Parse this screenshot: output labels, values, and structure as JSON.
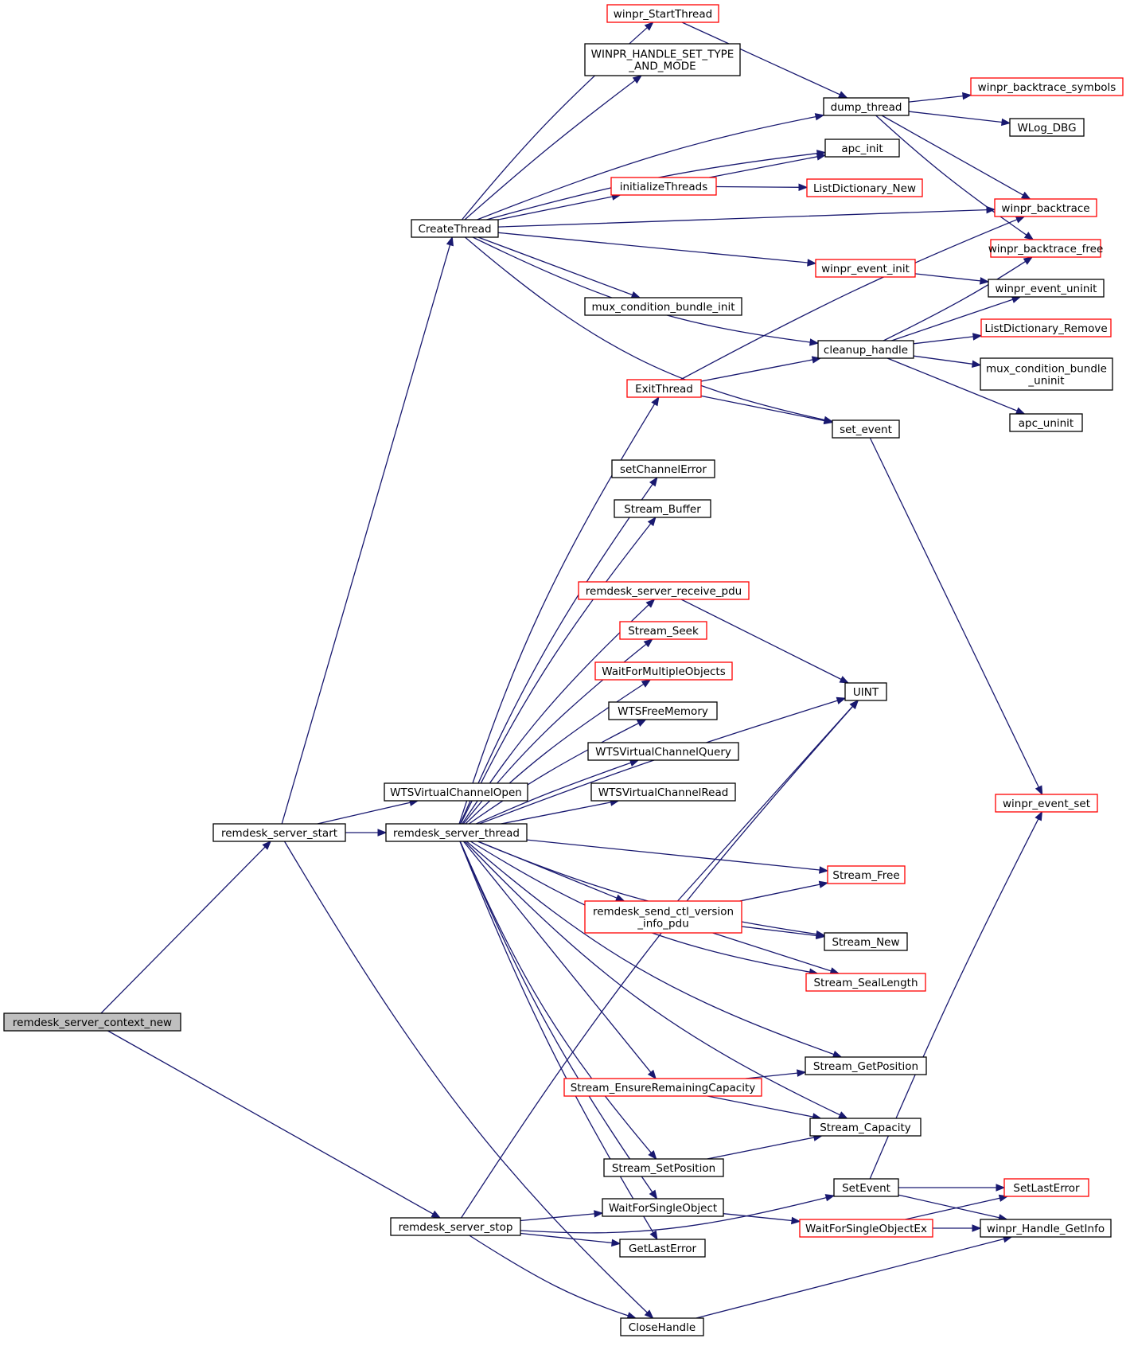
{
  "colors": {
    "edge": "#191970",
    "normal_border": "#000000",
    "linked_border": "#ff0000",
    "root_fill": "#bfbfbf",
    "node_fill": "#ffffff"
  },
  "nodes": [
    {
      "id": "ctx",
      "lines": [
        "remdesk_server_context_new"
      ],
      "style": "root"
    },
    {
      "id": "start",
      "lines": [
        "remdesk_server_start"
      ],
      "style": "normal"
    },
    {
      "id": "stop",
      "lines": [
        "remdesk_server_stop"
      ],
      "style": "normal"
    },
    {
      "id": "createthread",
      "lines": [
        "CreateThread"
      ],
      "style": "normal"
    },
    {
      "id": "wtsopen",
      "lines": [
        "WTSVirtualChannelOpen"
      ],
      "style": "normal"
    },
    {
      "id": "srvthread",
      "lines": [
        "remdesk_server_thread"
      ],
      "style": "normal"
    },
    {
      "id": "closehandle",
      "lines": [
        "CloseHandle"
      ],
      "style": "normal"
    },
    {
      "id": "winpr_startthread",
      "lines": [
        "winpr_StartThread"
      ],
      "style": "linked"
    },
    {
      "id": "handleset",
      "lines": [
        "WINPR_HANDLE_SET_TYPE",
        "_AND_MODE"
      ],
      "style": "normal"
    },
    {
      "id": "initthreads",
      "lines": [
        "initializeThreads"
      ],
      "style": "linked"
    },
    {
      "id": "mux_init",
      "lines": [
        "mux_condition_bundle_init"
      ],
      "style": "normal"
    },
    {
      "id": "exitthread",
      "lines": [
        "ExitThread"
      ],
      "style": "linked"
    },
    {
      "id": "setchannelerror",
      "lines": [
        "setChannelError"
      ],
      "style": "normal"
    },
    {
      "id": "streambuffer",
      "lines": [
        "Stream_Buffer"
      ],
      "style": "normal"
    },
    {
      "id": "recvpdu",
      "lines": [
        "remdesk_server_receive_pdu"
      ],
      "style": "linked"
    },
    {
      "id": "streamseek",
      "lines": [
        "Stream_Seek"
      ],
      "style": "linked"
    },
    {
      "id": "waitmulti",
      "lines": [
        "WaitForMultipleObjects"
      ],
      "style": "linked"
    },
    {
      "id": "wtsfree",
      "lines": [
        "WTSFreeMemory"
      ],
      "style": "normal"
    },
    {
      "id": "wtsquery",
      "lines": [
        "WTSVirtualChannelQuery"
      ],
      "style": "normal"
    },
    {
      "id": "wtsread",
      "lines": [
        "WTSVirtualChannelRead"
      ],
      "style": "normal"
    },
    {
      "id": "sendctl",
      "lines": [
        "remdesk_send_ctl_version",
        "_info_pdu"
      ],
      "style": "linked"
    },
    {
      "id": "ensurecap",
      "lines": [
        "Stream_EnsureRemainingCapacity"
      ],
      "style": "linked"
    },
    {
      "id": "setpos",
      "lines": [
        "Stream_SetPosition"
      ],
      "style": "normal"
    },
    {
      "id": "waitsingle",
      "lines": [
        "WaitForSingleObject"
      ],
      "style": "normal"
    },
    {
      "id": "getlasterror",
      "lines": [
        "GetLastError"
      ],
      "style": "normal"
    },
    {
      "id": "dumpthread",
      "lines": [
        "dump_thread"
      ],
      "style": "normal"
    },
    {
      "id": "apcinit",
      "lines": [
        "apc_init"
      ],
      "style": "normal"
    },
    {
      "id": "listdictnew",
      "lines": [
        "ListDictionary_New"
      ],
      "style": "linked"
    },
    {
      "id": "eventinit",
      "lines": [
        "winpr_event_init"
      ],
      "style": "linked"
    },
    {
      "id": "cleanup",
      "lines": [
        "cleanup_handle"
      ],
      "style": "normal"
    },
    {
      "id": "setevent_l",
      "lines": [
        "set_event"
      ],
      "style": "normal"
    },
    {
      "id": "uint",
      "lines": [
        "UINT"
      ],
      "style": "normal"
    },
    {
      "id": "streamfree",
      "lines": [
        "Stream_Free"
      ],
      "style": "linked"
    },
    {
      "id": "streamnew",
      "lines": [
        "Stream_New"
      ],
      "style": "normal"
    },
    {
      "id": "seallength",
      "lines": [
        "Stream_SealLength"
      ],
      "style": "linked"
    },
    {
      "id": "getposition",
      "lines": [
        "Stream_GetPosition"
      ],
      "style": "normal"
    },
    {
      "id": "capacity",
      "lines": [
        "Stream_Capacity"
      ],
      "style": "normal"
    },
    {
      "id": "setevent",
      "lines": [
        "SetEvent"
      ],
      "style": "normal"
    },
    {
      "id": "waitsingleex",
      "lines": [
        "WaitForSingleObjectEx"
      ],
      "style": "linked"
    },
    {
      "id": "btsymbols",
      "lines": [
        "winpr_backtrace_symbols"
      ],
      "style": "linked"
    },
    {
      "id": "wlogdbg",
      "lines": [
        "WLog_DBG"
      ],
      "style": "normal"
    },
    {
      "id": "backtrace",
      "lines": [
        "winpr_backtrace"
      ],
      "style": "linked"
    },
    {
      "id": "btfree",
      "lines": [
        "winpr_backtrace_free"
      ],
      "style": "linked"
    },
    {
      "id": "eventuninit",
      "lines": [
        "winpr_event_uninit"
      ],
      "style": "normal"
    },
    {
      "id": "listdictremove",
      "lines": [
        "ListDictionary_Remove"
      ],
      "style": "linked"
    },
    {
      "id": "mux_uninit",
      "lines": [
        "mux_condition_bundle",
        "_uninit"
      ],
      "style": "normal"
    },
    {
      "id": "apcuninit",
      "lines": [
        "apc_uninit"
      ],
      "style": "normal"
    },
    {
      "id": "eventset",
      "lines": [
        "winpr_event_set"
      ],
      "style": "linked"
    },
    {
      "id": "setlasterror",
      "lines": [
        "SetLastError"
      ],
      "style": "linked"
    },
    {
      "id": "handlegetinfo",
      "lines": [
        "winpr_Handle_GetInfo"
      ],
      "style": "normal"
    }
  ],
  "edges": [
    [
      "ctx",
      "start"
    ],
    [
      "ctx",
      "stop"
    ],
    [
      "start",
      "createthread"
    ],
    [
      "start",
      "wtsopen"
    ],
    [
      "start",
      "srvthread"
    ],
    [
      "start",
      "closehandle"
    ],
    [
      "createthread",
      "winpr_startthread"
    ],
    [
      "createthread",
      "handleset"
    ],
    [
      "createthread",
      "dumpthread"
    ],
    [
      "createthread",
      "apcinit"
    ],
    [
      "createthread",
      "initthreads"
    ],
    [
      "createthread",
      "backtrace"
    ],
    [
      "createthread",
      "eventinit"
    ],
    [
      "createthread",
      "mux_init"
    ],
    [
      "createthread",
      "cleanup"
    ],
    [
      "createthread",
      "setevent_l"
    ],
    [
      "winpr_startthread",
      "dumpthread"
    ],
    [
      "initthreads",
      "apcinit"
    ],
    [
      "initthreads",
      "listdictnew"
    ],
    [
      "dumpthread",
      "btsymbols"
    ],
    [
      "dumpthread",
      "wlogdbg"
    ],
    [
      "dumpthread",
      "backtrace"
    ],
    [
      "dumpthread",
      "btfree"
    ],
    [
      "eventinit",
      "eventuninit"
    ],
    [
      "cleanup",
      "btfree"
    ],
    [
      "cleanup",
      "eventuninit"
    ],
    [
      "cleanup",
      "listdictremove"
    ],
    [
      "cleanup",
      "mux_uninit"
    ],
    [
      "cleanup",
      "apcuninit"
    ],
    [
      "exitthread",
      "backtrace"
    ],
    [
      "exitthread",
      "cleanup"
    ],
    [
      "exitthread",
      "setevent_l"
    ],
    [
      "setevent_l",
      "eventset"
    ],
    [
      "srvthread",
      "exitthread"
    ],
    [
      "srvthread",
      "setchannelerror"
    ],
    [
      "srvthread",
      "streambuffer"
    ],
    [
      "srvthread",
      "uint"
    ],
    [
      "srvthread",
      "recvpdu"
    ],
    [
      "srvthread",
      "streamseek"
    ],
    [
      "srvthread",
      "waitmulti"
    ],
    [
      "srvthread",
      "wtsfree"
    ],
    [
      "srvthread",
      "wtsquery"
    ],
    [
      "srvthread",
      "wtsread"
    ],
    [
      "srvthread",
      "streamfree"
    ],
    [
      "srvthread",
      "sendctl"
    ],
    [
      "srvthread",
      "streamnew"
    ],
    [
      "srvthread",
      "seallength"
    ],
    [
      "srvthread",
      "getposition"
    ],
    [
      "srvthread",
      "ensurecap"
    ],
    [
      "srvthread",
      "capacity"
    ],
    [
      "srvthread",
      "setpos"
    ],
    [
      "srvthread",
      "waitsingle"
    ],
    [
      "srvthread",
      "getlasterror"
    ],
    [
      "recvpdu",
      "uint"
    ],
    [
      "sendctl",
      "uint"
    ],
    [
      "sendctl",
      "streamfree"
    ],
    [
      "sendctl",
      "streamnew"
    ],
    [
      "sendctl",
      "seallength"
    ],
    [
      "ensurecap",
      "getposition"
    ],
    [
      "ensurecap",
      "capacity"
    ],
    [
      "setpos",
      "capacity"
    ],
    [
      "waitsingle",
      "waitsingleex"
    ],
    [
      "waitsingleex",
      "setlasterror"
    ],
    [
      "waitsingleex",
      "handlegetinfo"
    ],
    [
      "setevent",
      "eventset"
    ],
    [
      "setevent",
      "setlasterror"
    ],
    [
      "setevent",
      "handlegetinfo"
    ],
    [
      "stop",
      "uint"
    ],
    [
      "stop",
      "waitsingle"
    ],
    [
      "stop",
      "getlasterror"
    ],
    [
      "stop",
      "setevent"
    ],
    [
      "stop",
      "closehandle"
    ],
    [
      "closehandle",
      "handlegetinfo"
    ]
  ]
}
